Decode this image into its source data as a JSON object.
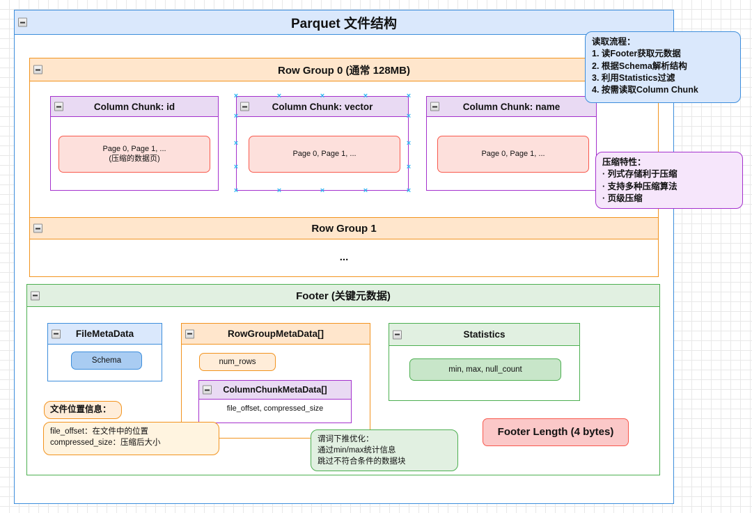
{
  "diagram": {
    "title": "Parquet 文件结构",
    "collapse_icon": "collapse-minus-icon"
  },
  "row_groups": [
    {
      "title": "Row Group 0 (通常 128MB)",
      "column_chunks": [
        {
          "title": "Column Chunk: id",
          "page_label": "Page 0, Page 1, ...\n(压缩的数据页)",
          "selected": false
        },
        {
          "title": "Column Chunk: vector",
          "page_label": "Page 0, Page 1, ...",
          "selected": true
        },
        {
          "title": "Column Chunk: name",
          "page_label": "Page 0, Page 1, ...",
          "selected": false
        }
      ]
    },
    {
      "title": "Row Group 1",
      "ellipsis": "..."
    }
  ],
  "footer": {
    "title": "Footer (关键元数据)",
    "file_meta_data": {
      "title": "FileMetaData",
      "schema_label": "Schema"
    },
    "row_group_meta_data": {
      "title": "RowGroupMetaData[]",
      "num_rows_label": "num_rows",
      "column_chunk_meta_data": {
        "title": "ColumnChunkMetaData[]",
        "fields_label": "file_offset, compressed_size"
      }
    },
    "statistics": {
      "title": "Statistics",
      "fields_label": "min, max, null_count"
    },
    "footer_length_label": "Footer Length (4 bytes)",
    "file_position_note_title": "文件位置信息：",
    "file_position_note_body": "file_offset：在文件中的位置\ncompressed_size：压缩后大小"
  },
  "callouts": {
    "read_flow": "读取流程：\n1. 读Footer获取元数据\n2. 根据Schema解析结构\n3. 利用Statistics过滤\n4. 按需读取Column Chunk",
    "compression": "压缩特性：\n· 列式存储利于压缩\n· 支持多种压缩算法\n· 页级压缩",
    "predicate_pushdown": "谓词下推优化：\n通过min/max统计信息\n跳过不符合条件的数据块"
  },
  "colors": {
    "blue_border": "#3c8ddb",
    "blue_fill": "#dae8fc",
    "orange_border": "#f2931e",
    "orange_fill": "#ffe6cc",
    "purple_border": "#9673a6",
    "purple_fill": "#e1d5e7",
    "purple_strong": "#a431cd",
    "red_border": "#f8584c",
    "red_fill": "#fde0dc",
    "green_border": "#4caf50",
    "green_fill": "#e8f5e9",
    "schema_blue_fill": "#a9ccf2",
    "selection_handle": "#29b6f2",
    "grid": "#e8e8e8"
  }
}
